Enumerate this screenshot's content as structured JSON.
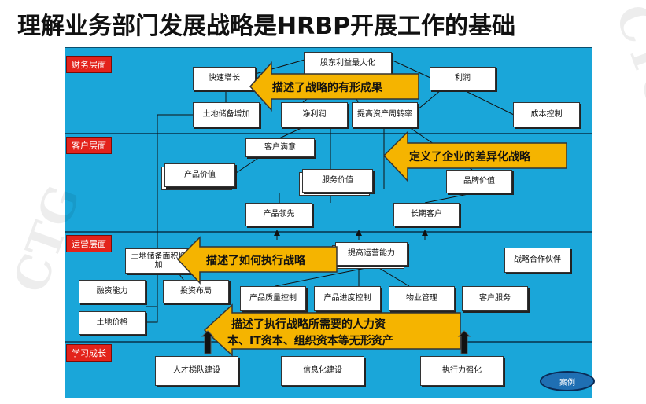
{
  "title": "理解业务部门发展战略是HRBP开展工作的基础",
  "layers": {
    "finance": "财务层面",
    "customer": "客户层面",
    "operations": "运营层面",
    "learning": "学习成长"
  },
  "boxes": {
    "shareholder_max": "股东利益最大化",
    "fast_growth": "快速增长",
    "profit": "利润",
    "land_reserve": "土地储备增加",
    "net_profit": "净利润",
    "asset_turnover": "提高资产周转率",
    "cost_control": "成本控制",
    "customer_satisfaction": "客户满意",
    "product_value": "产品价值",
    "service_value": "服务价值",
    "brand_value": "品牌价值",
    "product_leading": "产品领先",
    "long_term_customer": "长期客户",
    "land_area_increase": "土地储备面积增加",
    "improve_ops": "提高运营能力",
    "strategic_partner": "战略合作伙伴",
    "financing": "融资能力",
    "investment_layout": "投资布局",
    "land_price": "土地价格",
    "quality_control": "产品质量控制",
    "progress_control": "产品进度控制",
    "property_mgmt": "物业管理",
    "customer_service": "客户服务",
    "talent_team": "人才梯队建设",
    "it_build": "信息化建设",
    "execution": "执行力强化"
  },
  "callouts": {
    "finance": "描述了战略的有形成果",
    "customer": "定义了企业的差异化战略",
    "operations": "描述了如何执行战略",
    "learning_line1": "描述了执行战略所需要的人力资",
    "learning_line2": "本、IT资本、组织资本等无形资产"
  },
  "case_label": "案例",
  "watermark": "CTG",
  "colors": {
    "band": "#1aa6d9",
    "label": "#e3231b",
    "callout": "#f5b400"
  }
}
